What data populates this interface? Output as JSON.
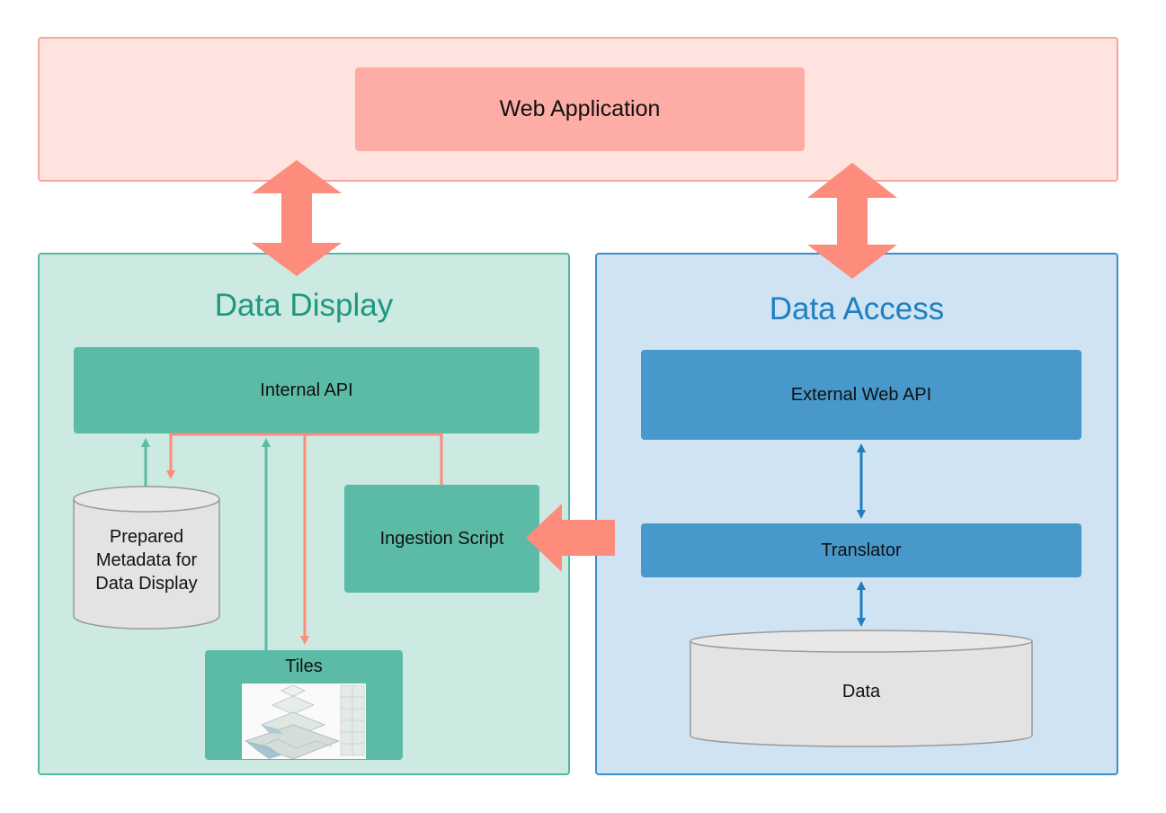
{
  "web_application": {
    "label": "Web Application"
  },
  "data_display": {
    "title": "Data Display",
    "internal_api": "Internal API",
    "ingestion_script": "Ingestion Script",
    "metadata_store": [
      "Prepared",
      "Metadata for",
      "Data Display"
    ],
    "tiles": "Tiles"
  },
  "data_access": {
    "title": "Data Access",
    "external_api": "External Web API",
    "translator": "Translator",
    "data_store": "Data"
  },
  "colors": {
    "web_panel_bg": "#fee3df",
    "web_box_bg": "#fdaca6",
    "big_arrow": "#fd8c7c",
    "display_panel_bg": "#cce9e2",
    "display_accent": "#5bbba6",
    "access_panel_bg": "#cfe3f3",
    "access_accent": "#4898cb",
    "connector_blue": "#1f7fbf"
  }
}
